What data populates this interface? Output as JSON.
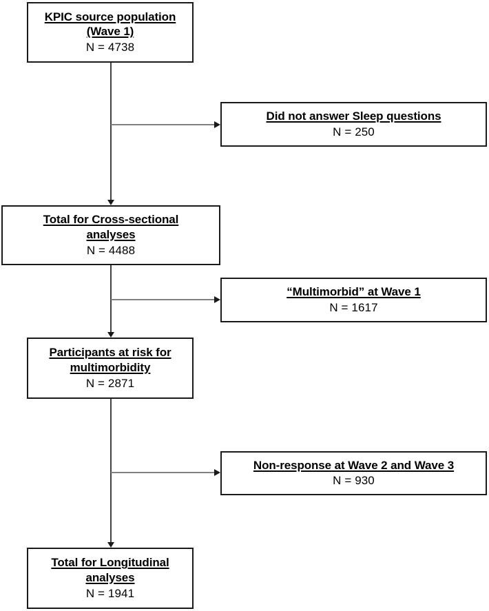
{
  "diagram": {
    "type": "flowchart",
    "orientation": "top-to-bottom",
    "main_nodes": [
      {
        "id": "source-population",
        "title": "KPIC source population\n(Wave 1)",
        "count": "N = 4738"
      },
      {
        "id": "cross-sectional-total",
        "title": "Total for Cross-sectional\nanalyses",
        "count": "N = 4488"
      },
      {
        "id": "at-risk",
        "title": "Participants at risk for\nmultimorbidity",
        "count": "N = 2871"
      },
      {
        "id": "longitudinal-total",
        "title": "Total for Longitudinal\nanalyses",
        "count": "N = 1941"
      }
    ],
    "exclusion_nodes": [
      {
        "id": "no-sleep-answer",
        "title": "Did not answer Sleep questions",
        "count": "N = 250"
      },
      {
        "id": "multimorbid-wave1",
        "title": "“Multimorbid” at Wave 1",
        "count": "N = 1617"
      },
      {
        "id": "non-response",
        "title": "Non-response at Wave 2 and Wave 3",
        "count": "N = 930"
      }
    ],
    "colors": {
      "box_border": "#1a1a1a",
      "background": "#ffffff",
      "text": "#000000",
      "connector": "#404040",
      "branch_connector": "#808080"
    }
  }
}
